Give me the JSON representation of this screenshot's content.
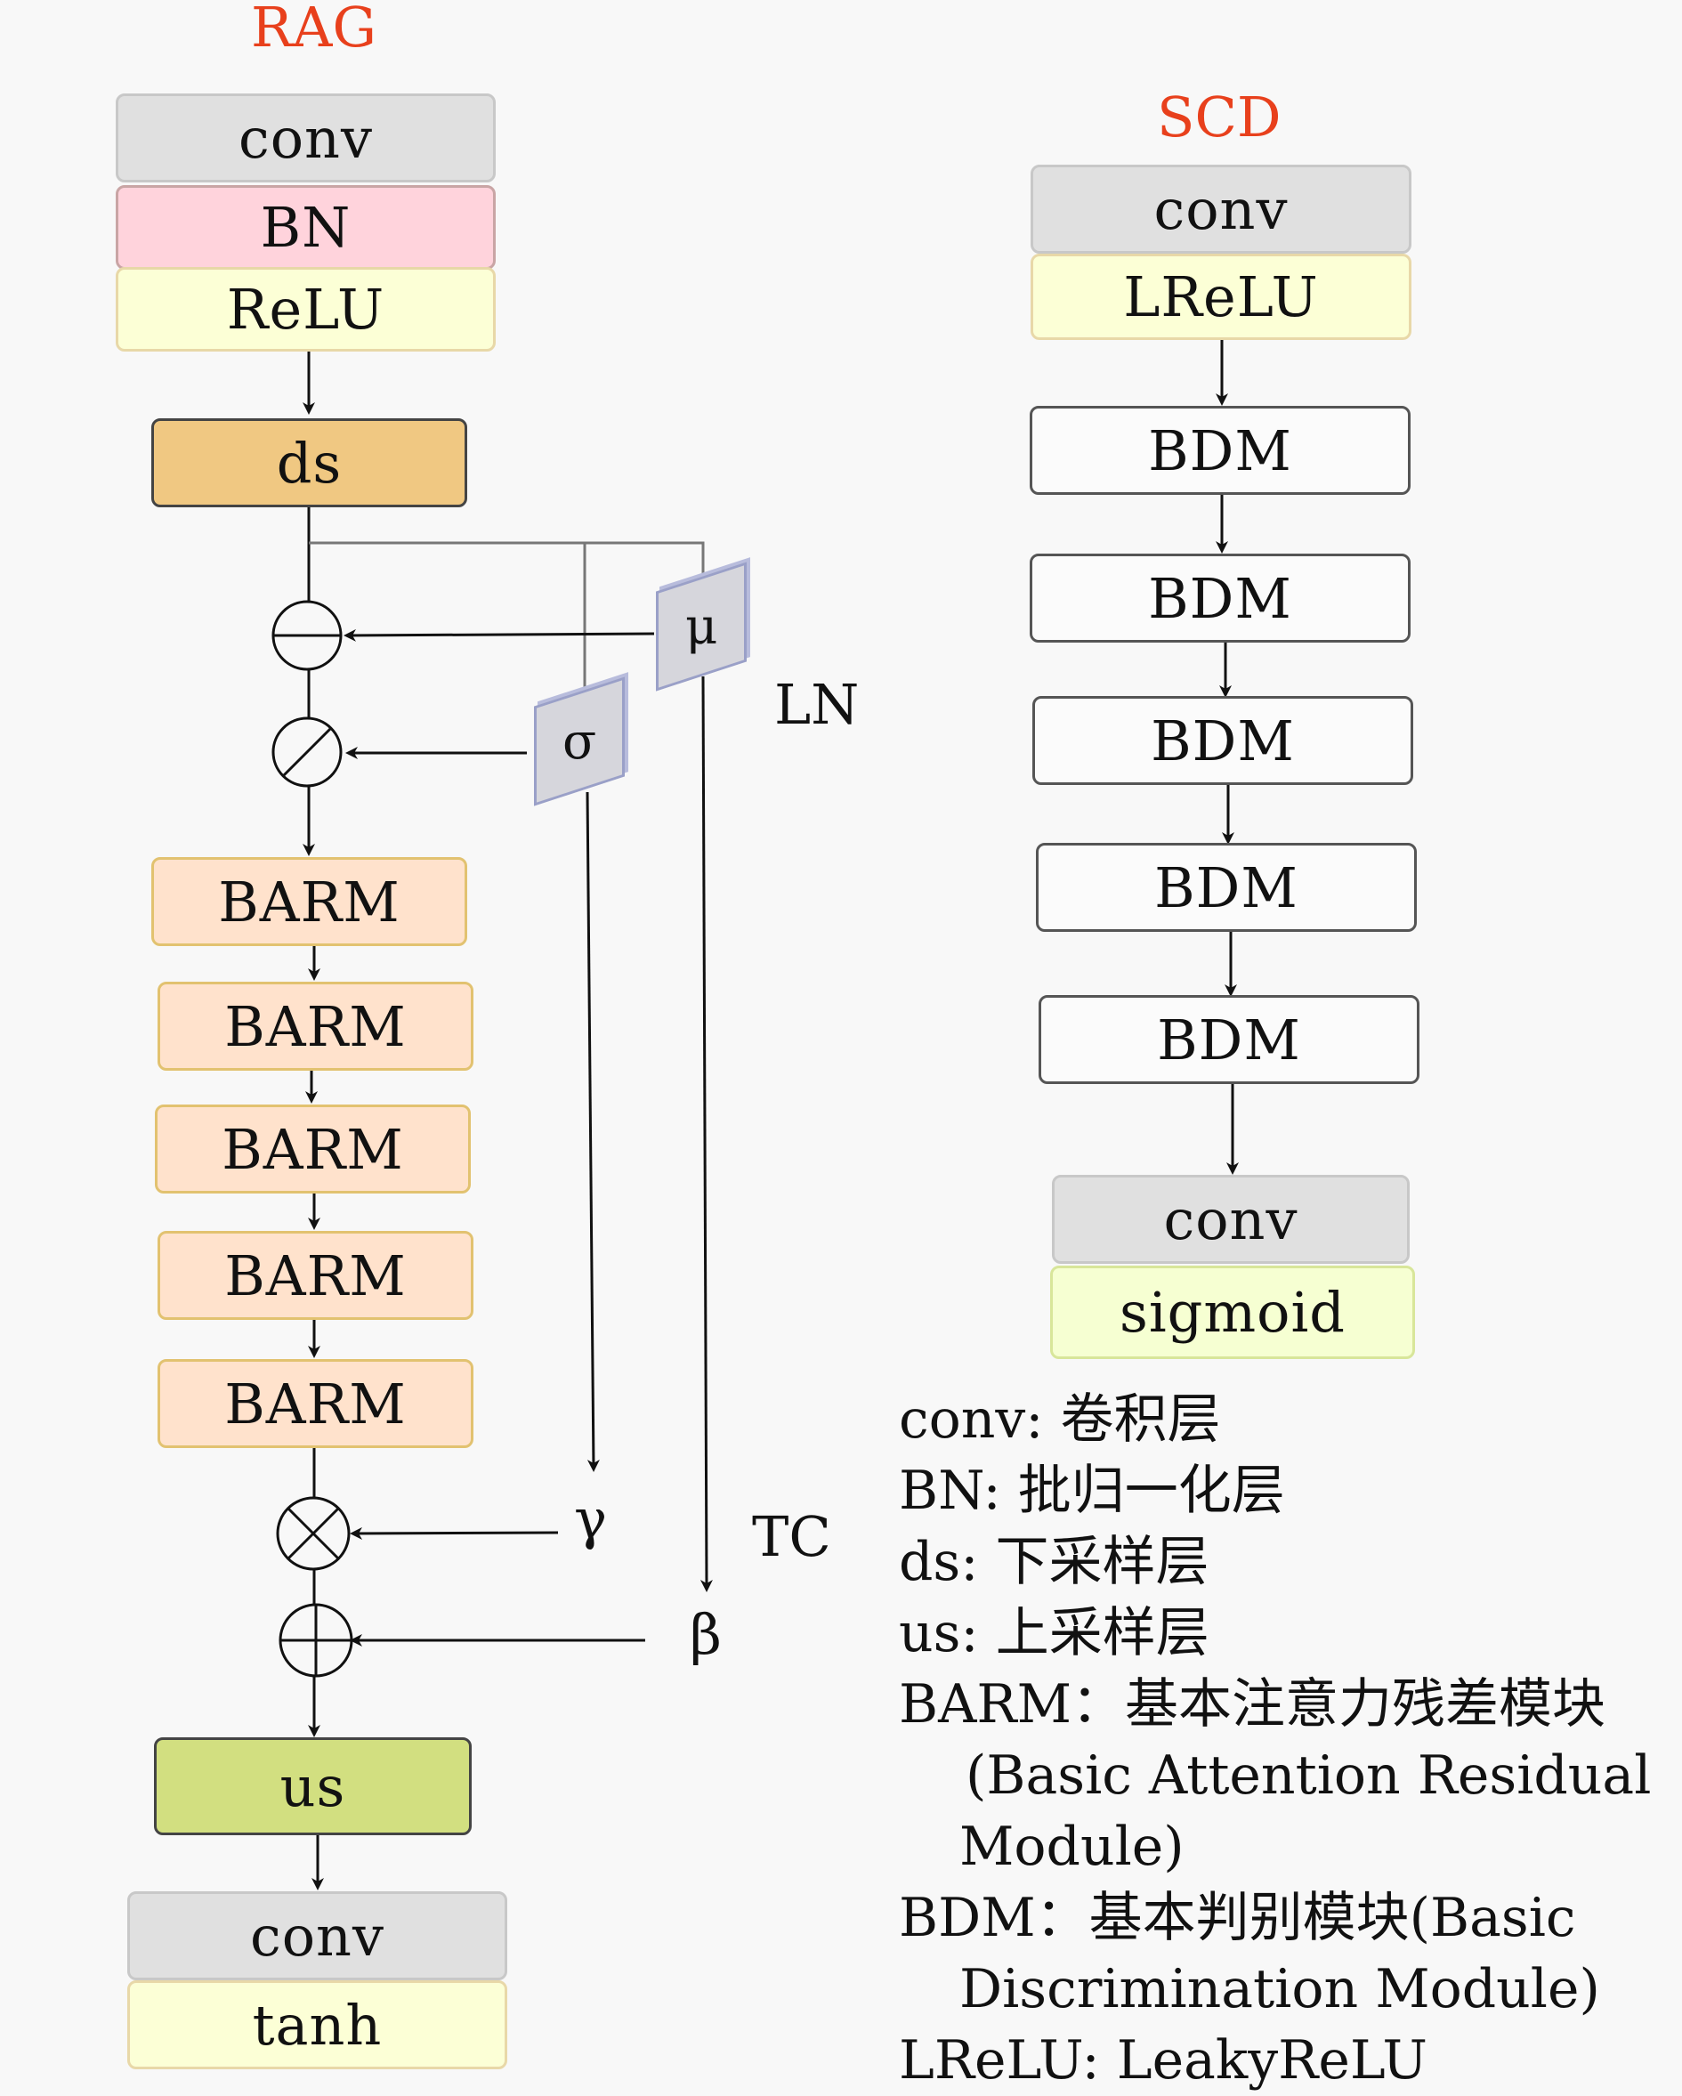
{
  "rag": {
    "title": "RAG",
    "block1": [
      "conv",
      "BN",
      "ReLU"
    ],
    "ds": "ds",
    "mu": "μ",
    "sigma": "σ",
    "ln": "LN",
    "barm": [
      "BARM",
      "BARM",
      "BARM",
      "BARM",
      "BARM"
    ],
    "gamma": "γ",
    "beta": "β",
    "tc": "TC",
    "us": "us",
    "block_out": [
      "conv",
      "tanh"
    ]
  },
  "scd": {
    "title": "SCD",
    "block1": [
      "conv",
      "LReLU"
    ],
    "bdm": [
      "BDM",
      "BDM",
      "BDM",
      "BDM",
      "BDM"
    ],
    "block_out": [
      "conv",
      "sigmoid"
    ]
  },
  "legend": [
    "conv: 卷积层",
    "BN: 批归一化层",
    "ds: 下采样层",
    "us: 上采样层",
    "BARM：基本注意力残差模块",
    "(Basic Attention Residual",
    "Module)",
    "BDM：基本判别模块(Basic",
    "Discrimination Module)",
    "LReLU: LeakyReLU"
  ]
}
